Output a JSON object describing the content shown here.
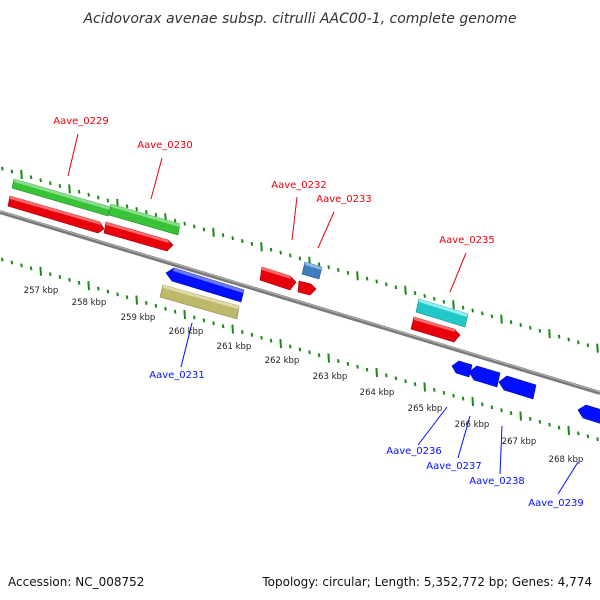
{
  "title": "Acidovorax avenae subsp. citrulli AAC00-1, complete genome",
  "footer": {
    "accession": "Accession: NC_008752",
    "summary": "Topology: circular; Length: 5,352,772 bp; Genes: 4,774"
  },
  "colors": {
    "forward_label": "#e8000b",
    "reverse_label": "#0010ff",
    "forward_ticks": "#1a8a1a",
    "reverse_ticks": "#1a8a1a",
    "backbone": "#808080"
  },
  "kbp_labels": [
    "257 kbp",
    "258 kbp",
    "259 kbp",
    "260 kbp",
    "261 kbp",
    "262 kbp",
    "263 kbp",
    "264 kbp",
    "265 kbp",
    "266 kbp",
    "267 kbp",
    "268 kbp"
  ],
  "genes": [
    {
      "name": "Aave_0229",
      "strand": "forward",
      "color": "#e8000b"
    },
    {
      "name": "Aave_0230",
      "strand": "forward",
      "color": "#e8000b"
    },
    {
      "name": "Aave_0231",
      "strand": "reverse",
      "color": "#0010ff"
    },
    {
      "name": "Aave_0232",
      "strand": "forward",
      "color": "#e8000b"
    },
    {
      "name": "Aave_0233",
      "strand": "forward",
      "color": "#e8000b"
    },
    {
      "name": "Aave_0235",
      "strand": "forward",
      "color": "#e8000b"
    },
    {
      "name": "Aave_0236",
      "strand": "reverse",
      "color": "#0010ff"
    },
    {
      "name": "Aave_0237",
      "strand": "reverse",
      "color": "#0010ff"
    },
    {
      "name": "Aave_0238",
      "strand": "reverse",
      "color": "#0010ff"
    },
    {
      "name": "Aave_0239",
      "strand": "reverse",
      "color": "#0010ff"
    }
  ]
}
